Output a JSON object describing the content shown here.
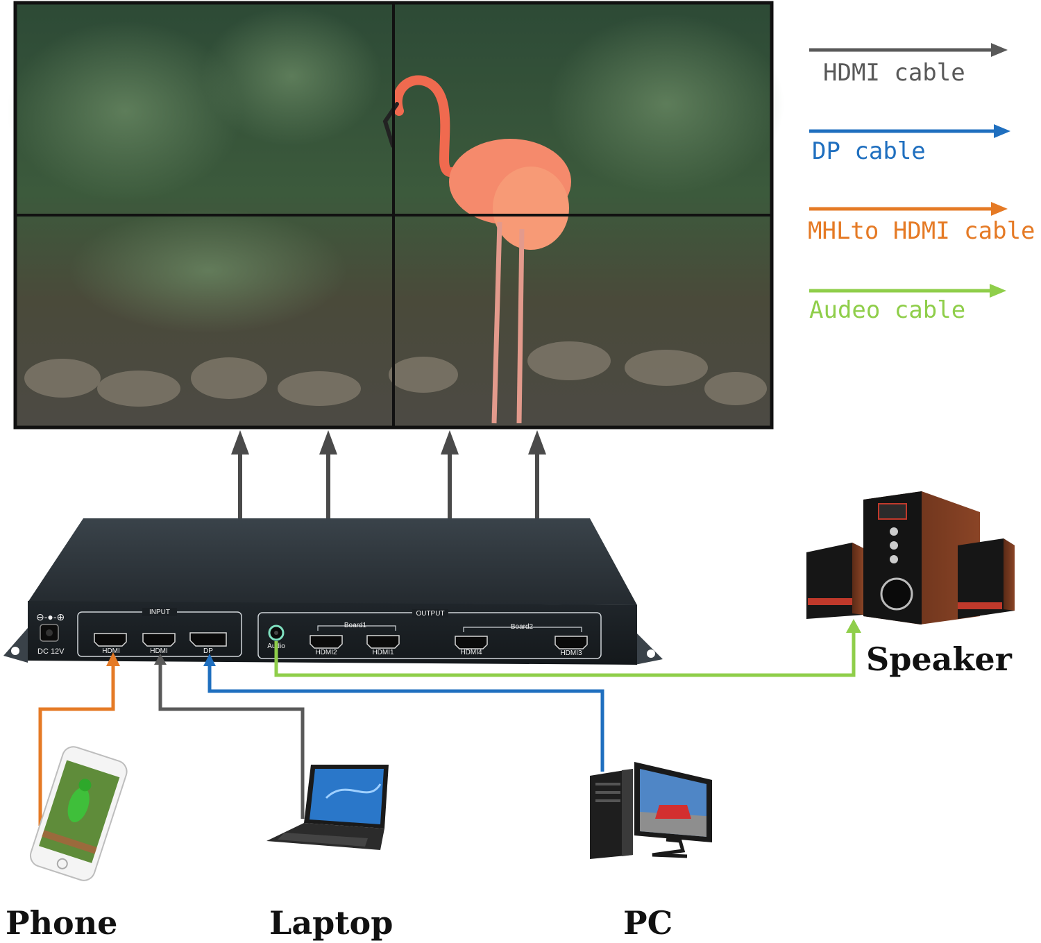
{
  "legend": [
    {
      "label": "HDMI cable",
      "color": "#595959"
    },
    {
      "label": "DP cable",
      "color": "#1f6fbf"
    },
    {
      "label": "MHLto HDMI cable",
      "color": "#e57a25"
    },
    {
      "label": "Audeo cable",
      "color": "#8fce4a"
    }
  ],
  "device": {
    "power_label": "DC 12V",
    "input_label": "INPUT",
    "output_label": "OUTPUT",
    "input_ports": [
      "HDMI",
      "HDMI",
      "DP"
    ],
    "audio_label": "Audio",
    "board1_label": "Board1",
    "board2_label": "Board2",
    "output_ports": [
      "HDMI2",
      "HDMI1",
      "HDMI4",
      "HDMI3"
    ]
  },
  "labels": {
    "phone": "Phone",
    "laptop": "Laptop",
    "pc": "PC",
    "speaker": "Speaker"
  },
  "colors": {
    "hdmi": "#595959",
    "dp": "#1f6fbf",
    "mhl": "#e57a25",
    "audio": "#8fce4a",
    "device_body": "#2b3238",
    "wall_bezel": "#111111"
  },
  "icons": {
    "video_wall": "video-wall-image",
    "phone": "smartphone-icon",
    "laptop": "laptop-icon",
    "pc": "desktop-pc-icon",
    "speaker": "speaker-system-icon"
  }
}
